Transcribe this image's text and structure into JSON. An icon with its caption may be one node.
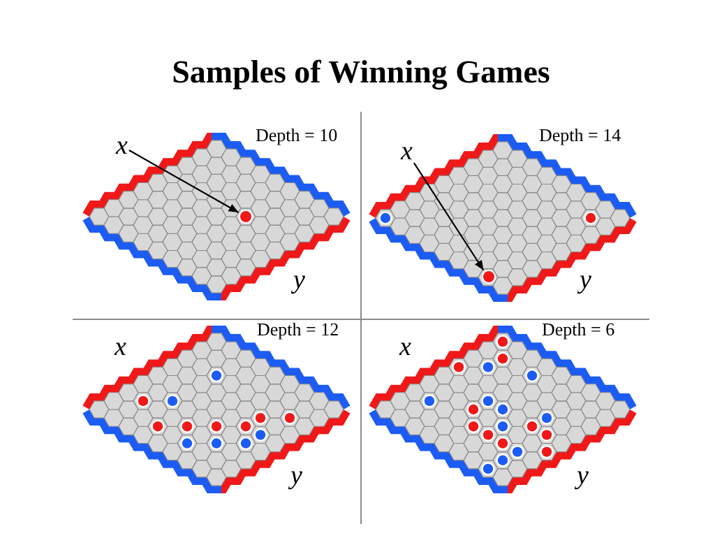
{
  "diagram": {
    "title": "Samples of Winning Games",
    "nodes": [
      {
        "text": [
          "x"
        ]
      },
      {
        "text": [],
        "shape": "circle"
      },
      {
        "text": [
          "x"
        ]
      },
      {
        "text": [],
        "shape": "circle"
      }
    ],
    "edges": [
      {
        "from": 0,
        "to": 1,
        "arrow": "to"
      },
      {
        "from": 2,
        "to": 3,
        "arrow": "to"
      }
    ],
    "labels": [
      "Depth = 10",
      "Depth = 14",
      "y",
      "y",
      "x",
      "Depth = 12",
      "x",
      "Depth = 6",
      "y",
      "y"
    ]
  }
}
